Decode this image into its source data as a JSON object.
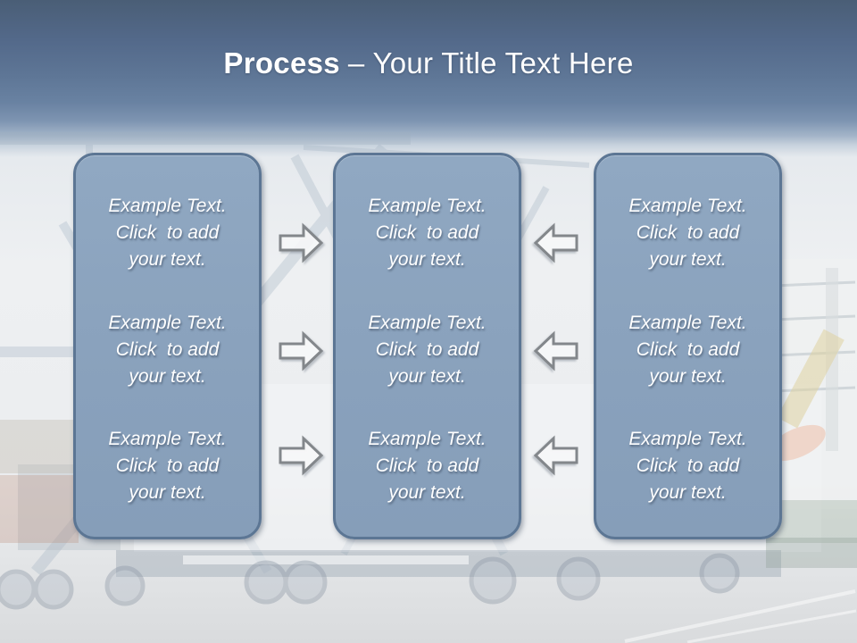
{
  "header": {
    "title_bold": "Process",
    "title_rest": "– Your Title Text Here"
  },
  "panels": [
    {
      "name": "left",
      "blocks": [
        {
          "lines": [
            "Example Text.",
            "Click  to add",
            "your text."
          ]
        },
        {
          "lines": [
            "Example Text.",
            "Click  to add",
            "your text."
          ]
        },
        {
          "lines": [
            "Example Text.",
            "Click  to add",
            "your text."
          ]
        }
      ]
    },
    {
      "name": "middle",
      "blocks": [
        {
          "lines": [
            "Example Text.",
            "Click  to add",
            "your text."
          ]
        },
        {
          "lines": [
            "Example Text.",
            "Click  to add",
            "your text."
          ]
        },
        {
          "lines": [
            "Example Text.",
            "Click  to add",
            "your text."
          ]
        }
      ]
    },
    {
      "name": "right",
      "blocks": [
        {
          "lines": [
            "Example Text.",
            "Click  to add",
            "your text."
          ]
        },
        {
          "lines": [
            "Example Text.",
            "Click  to add",
            "your text."
          ]
        },
        {
          "lines": [
            "Example Text.",
            "Click  to add",
            "your text."
          ]
        }
      ]
    }
  ],
  "arrows": [
    {
      "direction": "right",
      "row": 1
    },
    {
      "direction": "right",
      "row": 2
    },
    {
      "direction": "right",
      "row": 3
    },
    {
      "direction": "left",
      "row": 1
    },
    {
      "direction": "left",
      "row": 2
    },
    {
      "direction": "left",
      "row": 3
    }
  ],
  "colors": {
    "header_gradient_top": "#4a5e76",
    "header_gradient_mid": "#6982a2",
    "panel_fill": "#8ba3bd",
    "panel_border": "#5c7694",
    "panel_text": "#ffffff",
    "arrow_outline": "#83878b",
    "arrow_fill": "#ffffff",
    "background_base": "#eef0f2"
  }
}
